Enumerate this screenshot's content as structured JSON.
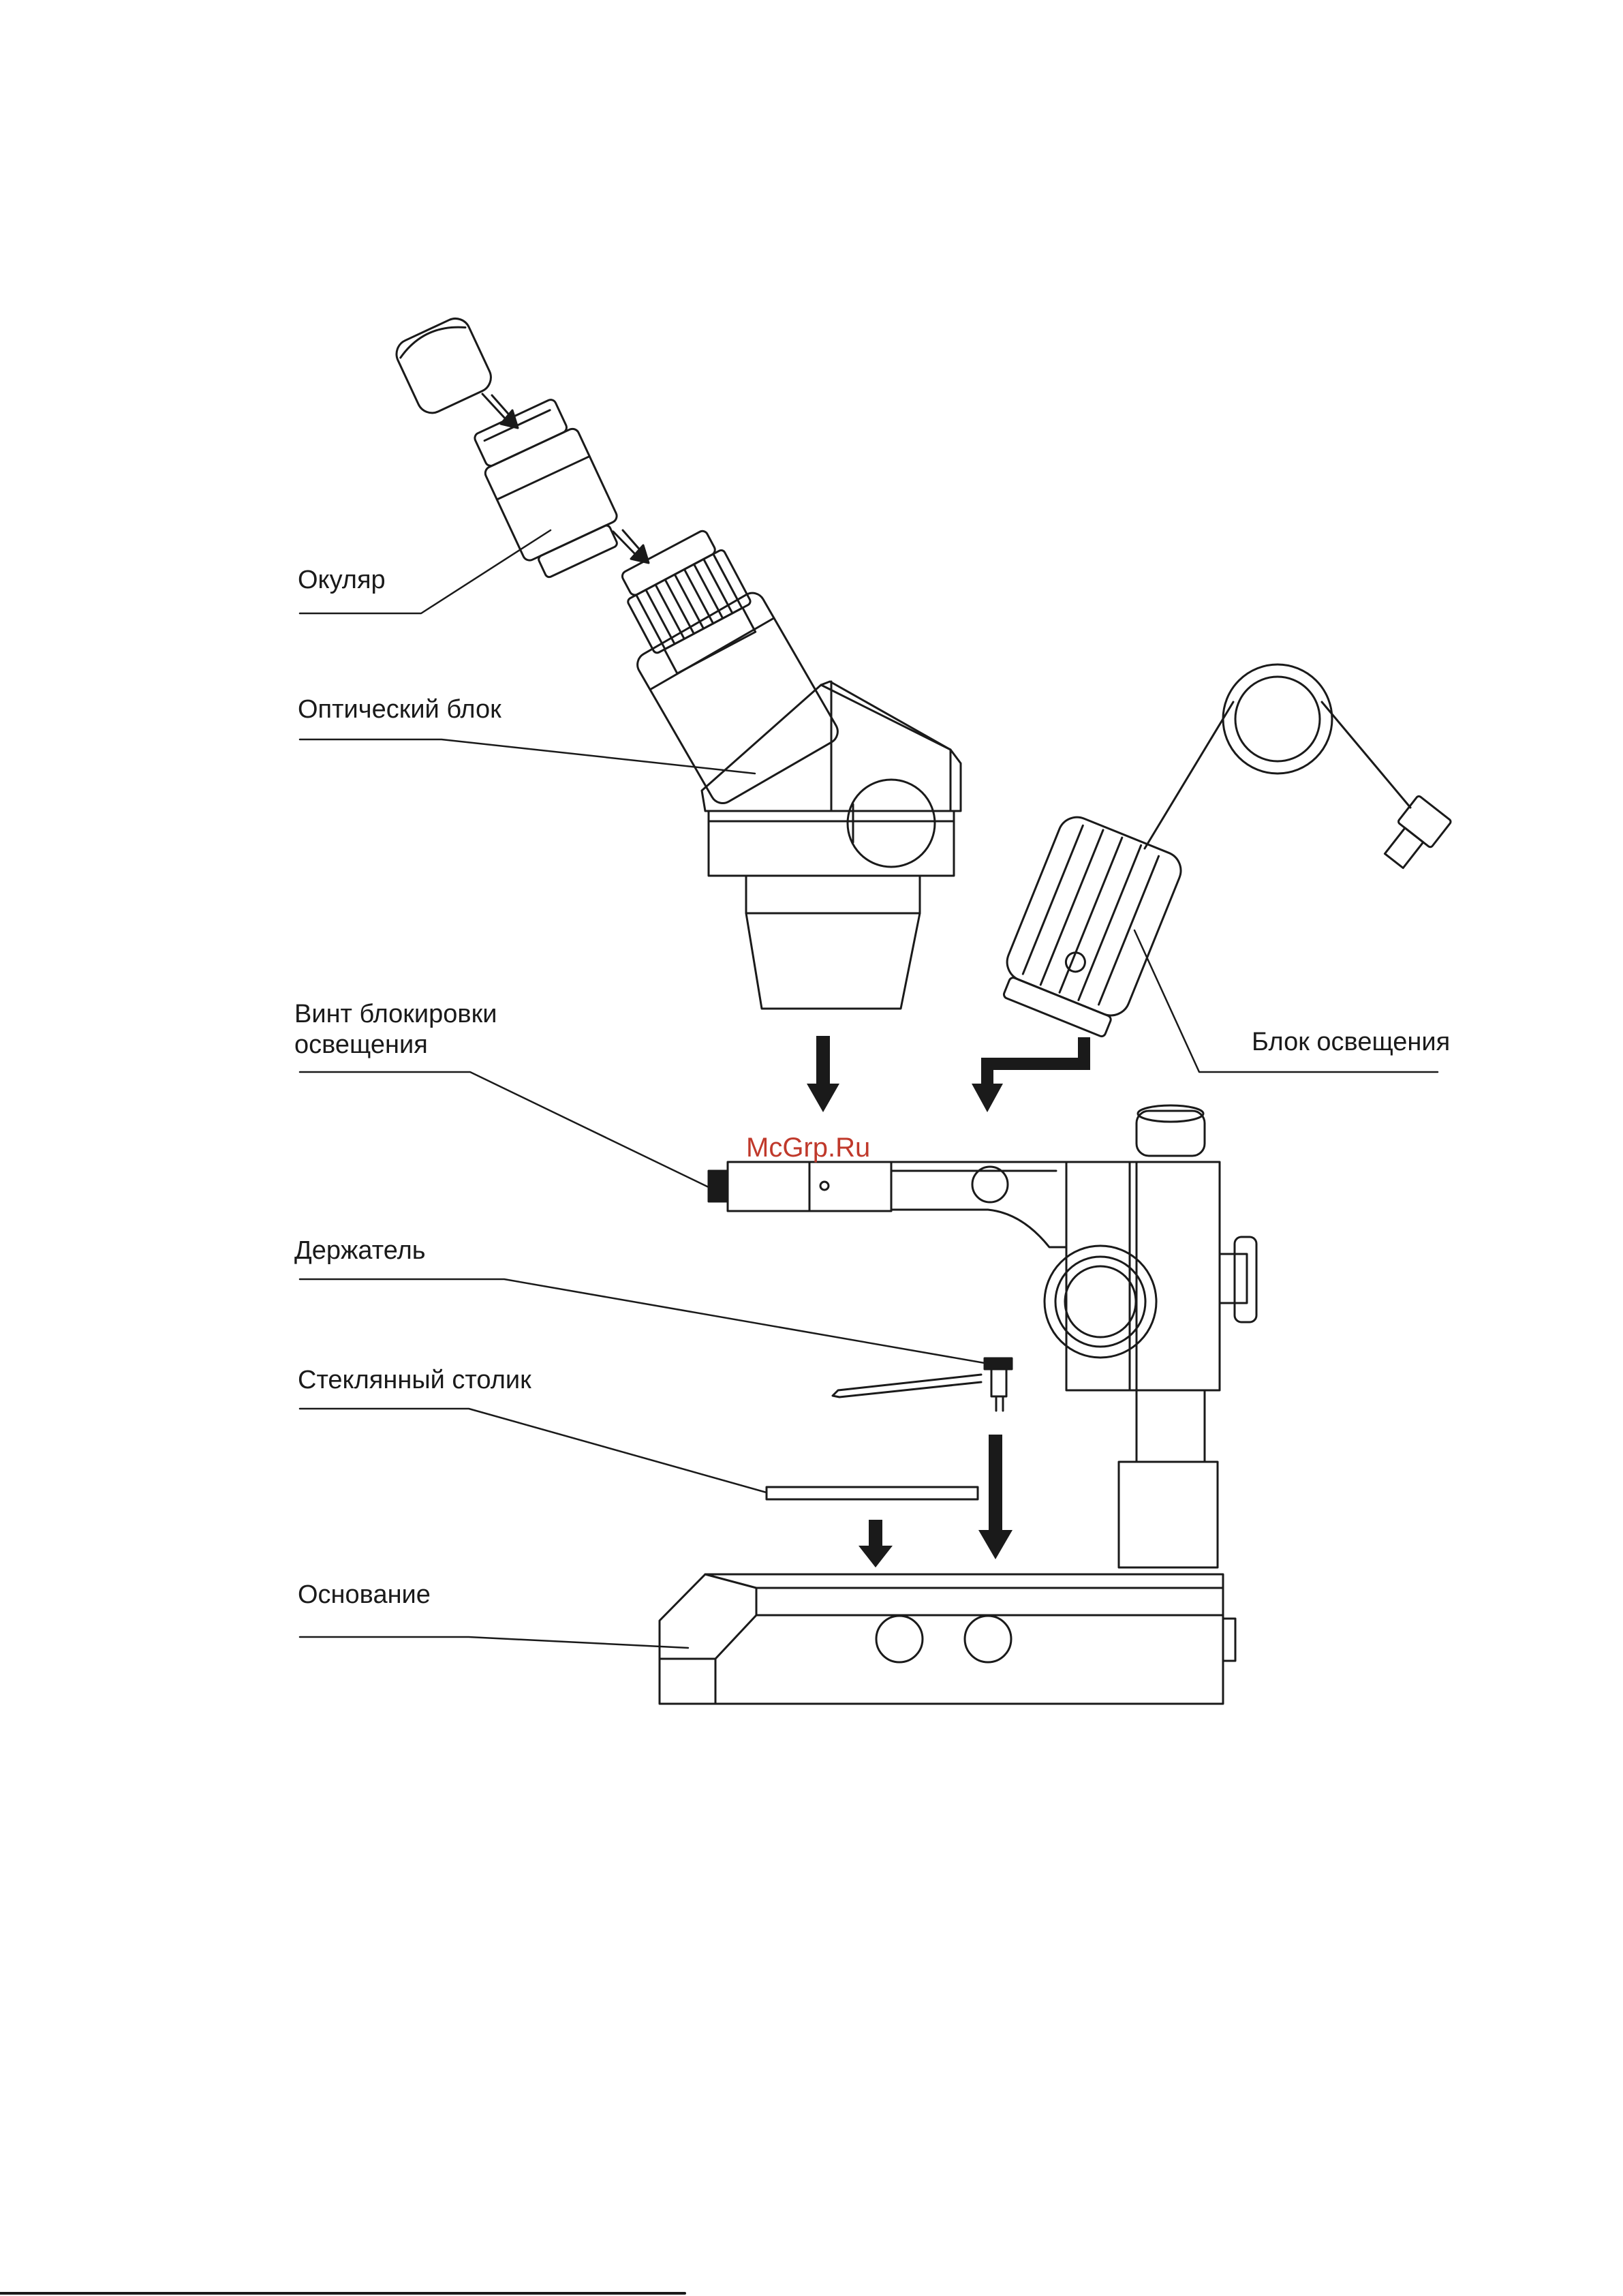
{
  "labels": {
    "eyepiece": "Окуляр",
    "optical_block": "Оптический блок",
    "illumination_lock_screw_line1": "Винт блокировки",
    "illumination_lock_screw_line2": "освещения",
    "illumination_block": "Блок освещения",
    "holder": "Держатель",
    "glass_stage": "Стеклянный столик",
    "base": "Основание"
  },
  "watermark": "McGrp.Ru",
  "colors": {
    "line": "#1a1a1a",
    "watermark": "#c0392b",
    "background": "#ffffff"
  }
}
